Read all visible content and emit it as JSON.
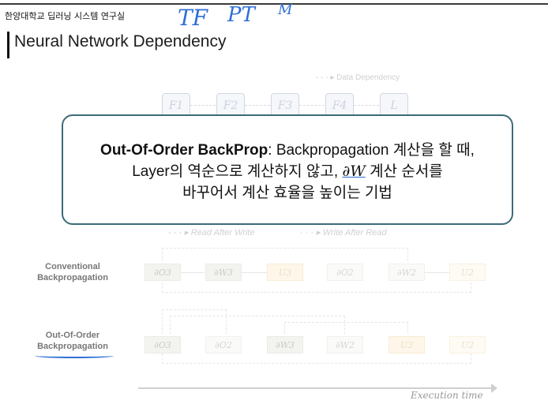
{
  "header": {
    "lab_name": "한양대학교 딥러닝 시스템 연구실",
    "ink_marks": [
      "TF",
      "PT",
      "M"
    ]
  },
  "title": "Neural Network Dependency",
  "dependency_legend": "Data Dependency",
  "forward_nodes": [
    "F1",
    "F2",
    "F3",
    "F4",
    "L"
  ],
  "popup": {
    "term": "Out-Of-Order BackProp",
    "colon": ":",
    "line1_rest": "Backpropagation 계산을 할 때,",
    "line2_pre": "Layer의 역순으로 계산하지 않고,",
    "line2_var": "∂W",
    "line2_post": "계산 순서를",
    "line3": "바꾸어서 계산 효율을 높이는 기법"
  },
  "legend2": {
    "raw": "Read After Write",
    "war": "Write After Read"
  },
  "rows": {
    "conventional": {
      "label_line1": "Conventional",
      "label_line2": "Backpropagation",
      "ops": [
        "∂O3",
        "∂W3",
        "U3",
        "∂O2",
        "∂W2",
        "U2"
      ]
    },
    "out_of_order": {
      "label_line1": "Out-Of-Order",
      "label_line2": "Backpropagation",
      "ops": [
        "∂O3",
        "∂O2",
        "∂W3",
        "∂W2",
        "U3",
        "U2"
      ]
    }
  },
  "timeline_label": "Execution time",
  "colors": {
    "popup_border": "#3c6b78",
    "ink": "#2f6fd6",
    "gray_op": "#dfe2d5",
    "orange_op": "#fce7c2"
  }
}
